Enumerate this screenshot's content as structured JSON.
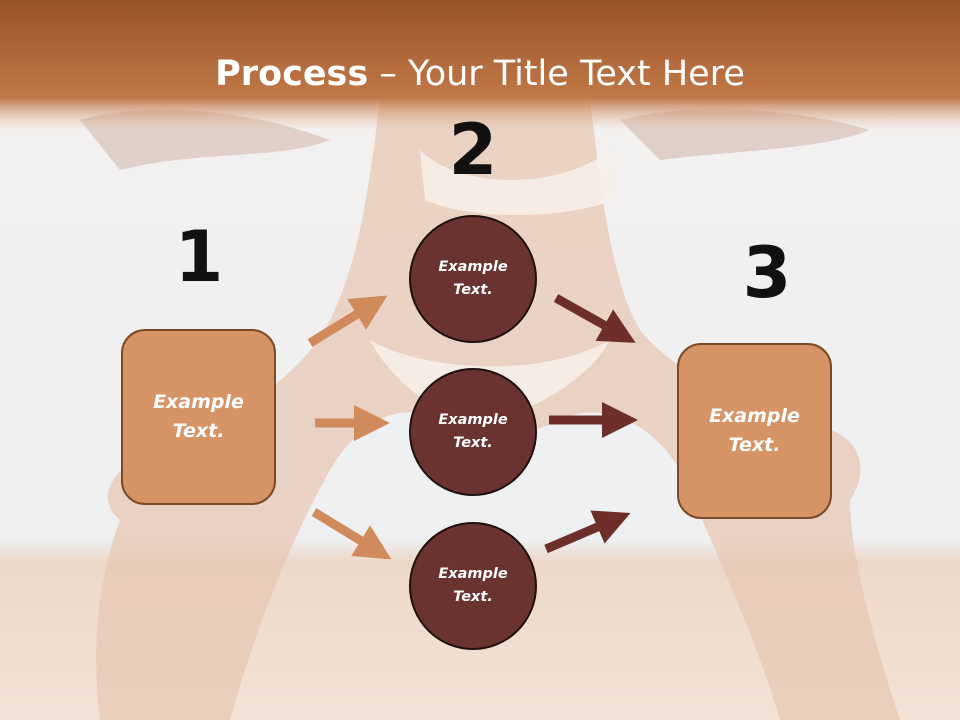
{
  "title": {
    "bold": "Process",
    "rest": " – Your Title Text Here"
  },
  "steps": [
    {
      "number": "1",
      "text": "Example\nText."
    },
    {
      "number": "2",
      "text": "Example\nText."
    },
    {
      "number": "3",
      "text": "Example\nText."
    }
  ],
  "circles": [
    {
      "text": "Example\nText."
    },
    {
      "text": "Example\nText."
    },
    {
      "text": "Example\nText."
    }
  ],
  "colors": {
    "title_bar": "#b56a3c",
    "box_fill": "#d69366",
    "circle_fill": "#6b3330",
    "arrow_light": "#d18a5c",
    "arrow_dark": "#6e2f2b"
  }
}
